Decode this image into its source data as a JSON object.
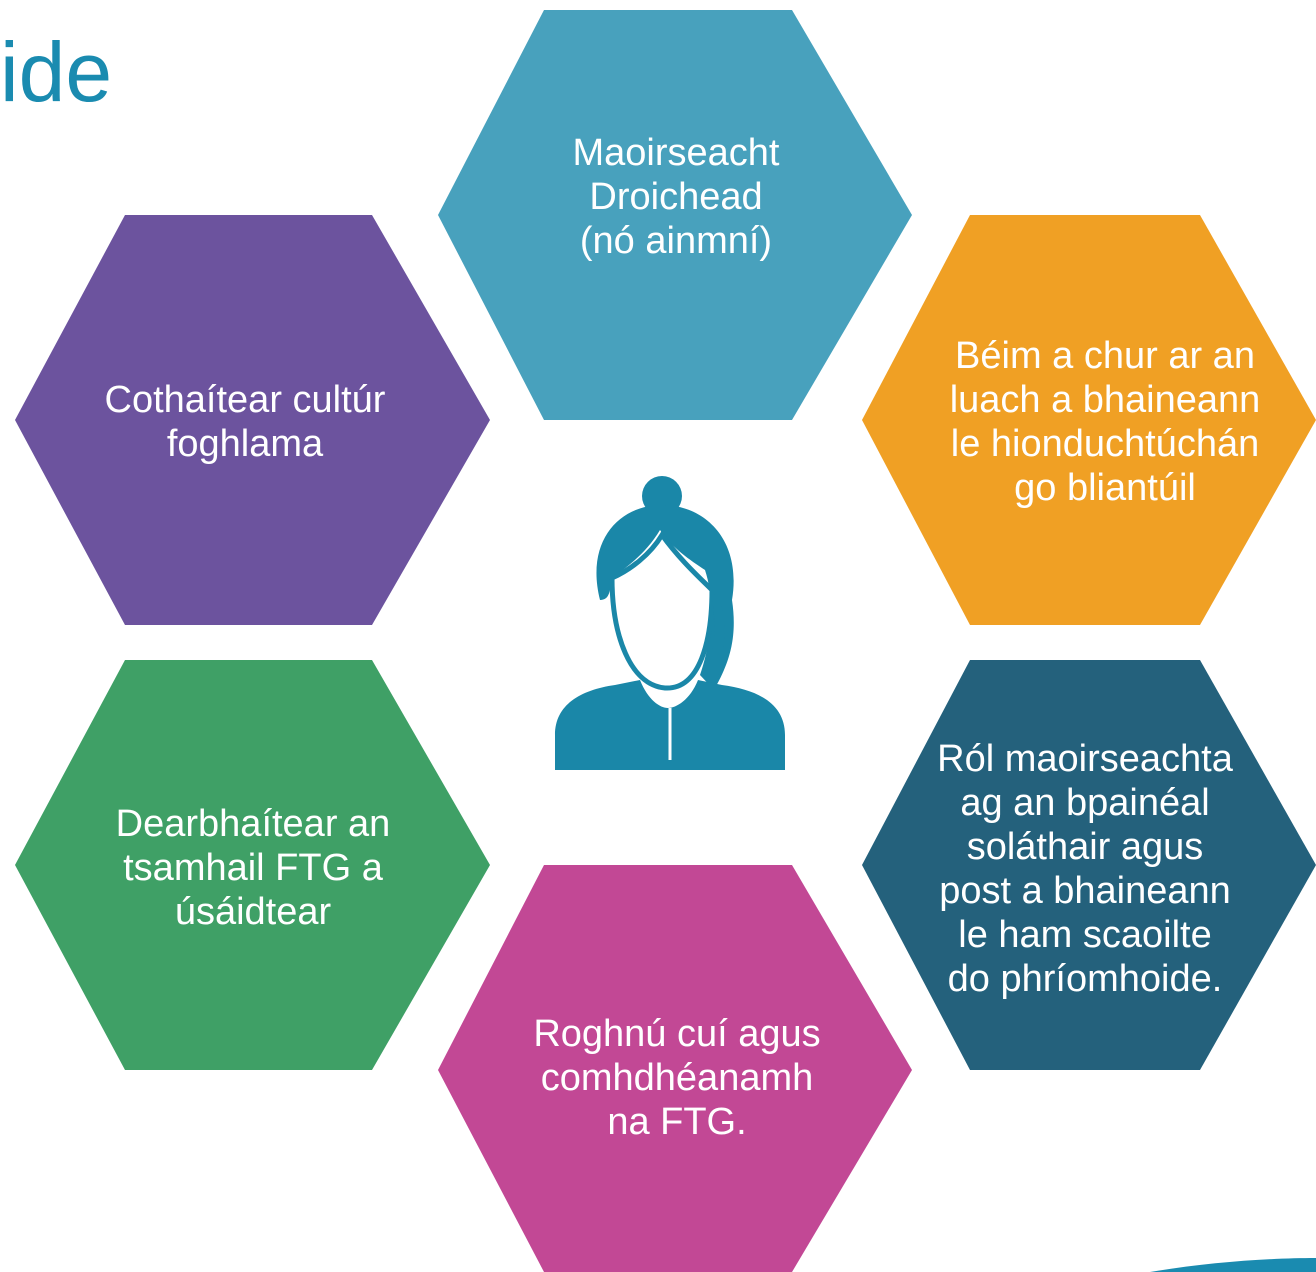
{
  "title": "ide",
  "colors": {
    "title": "#1a8bb0",
    "person": "#1a87a8",
    "swoosh": "#1a8bb0"
  },
  "center_icon": "person-icon",
  "hexagons": [
    {
      "id": "top",
      "color": "#48a1bd",
      "lines": [
        "Maoirseacht",
        "Droichead",
        "(nó ainmní)"
      ]
    },
    {
      "id": "upper-left",
      "color": "#6c539e",
      "lines": [
        "Cothaítear cultúr",
        "foghlama"
      ]
    },
    {
      "id": "upper-right",
      "color": "#f0a024",
      "lines": [
        "Béim a chur ar an",
        "luach a bhaineann",
        "le hionduchtúchán",
        "go bliantúil"
      ]
    },
    {
      "id": "lower-left",
      "color": "#3fa066",
      "lines": [
        "Dearbhaítear an",
        "tsamhail FTG a",
        "úsáidtear"
      ]
    },
    {
      "id": "lower-right",
      "color": "#24617c",
      "lines": [
        "Ról maoirseachta",
        "ag an bpainéal",
        "soláthair agus",
        "post a bhaineann",
        "le ham scaoilte",
        "do phríomhoide."
      ]
    },
    {
      "id": "bottom",
      "color": "#c24895",
      "lines": [
        "Roghnú cuí agus",
        "comhdhéanamh",
        "na FTG."
      ]
    }
  ]
}
